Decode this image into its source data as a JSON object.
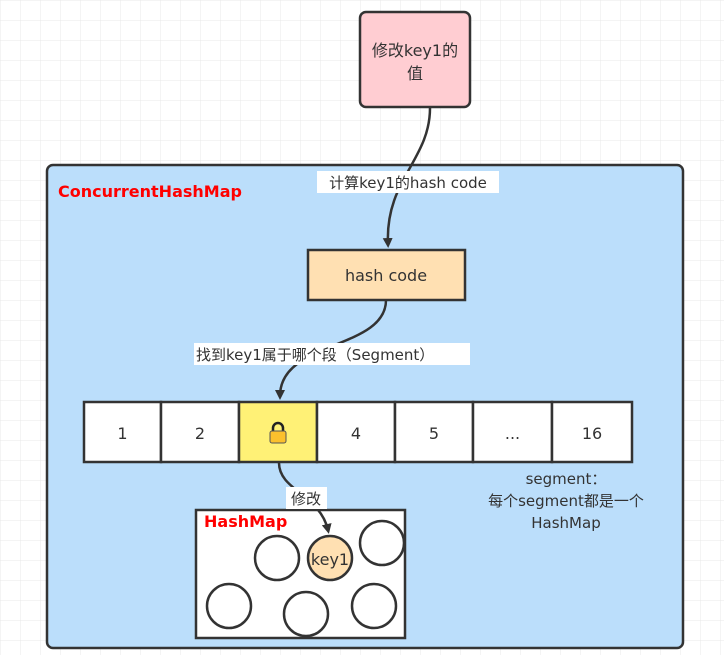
{
  "top_box": {
    "line1": "修改key1的",
    "line2": "值"
  },
  "container": {
    "title": "ConcurrentHashMap"
  },
  "edge_labels": {
    "compute": "计算key1的hash code",
    "find": "找到key1属于哪个段（Segment）",
    "modify": "修改"
  },
  "hash_box": {
    "label": "hash code"
  },
  "segments": [
    "1",
    "2",
    "lock",
    "4",
    "5",
    "...",
    "16"
  ],
  "segment_note": {
    "line1": "segment：",
    "line2": "每个segment都是一个",
    "line3": "HashMap"
  },
  "hashmap": {
    "title": "HashMap",
    "key": "key1"
  },
  "colors": {
    "top": "#ffcdd2",
    "container": "#bbdefb",
    "hash": "#ffe0b2",
    "lock_cell": "#fff176",
    "title": "#ff0000"
  }
}
